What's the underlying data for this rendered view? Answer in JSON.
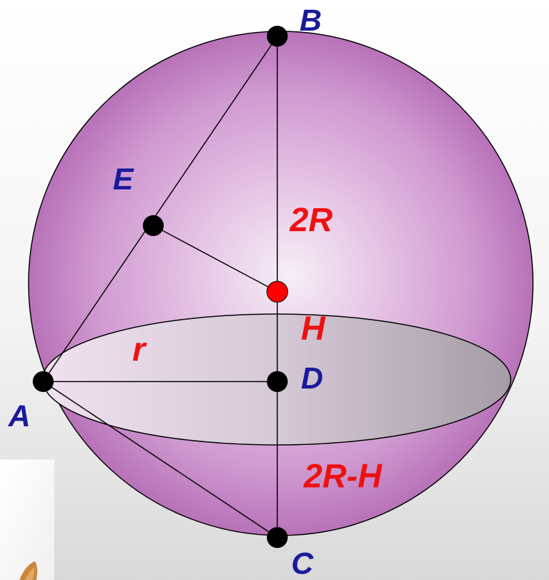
{
  "diagram": {
    "points": {
      "A": "A",
      "B": "B",
      "C": "C",
      "D": "D",
      "E": "E"
    },
    "labels": {
      "two_r": "2R",
      "h": "H",
      "r": "r",
      "two_r_minus_h": "2R-H"
    },
    "colors": {
      "point_label": "#1a1a9a",
      "quantity_label": "#ee1111",
      "point": "#000000",
      "center_point": "#ff0000",
      "sphere": "#cc88cc"
    }
  }
}
